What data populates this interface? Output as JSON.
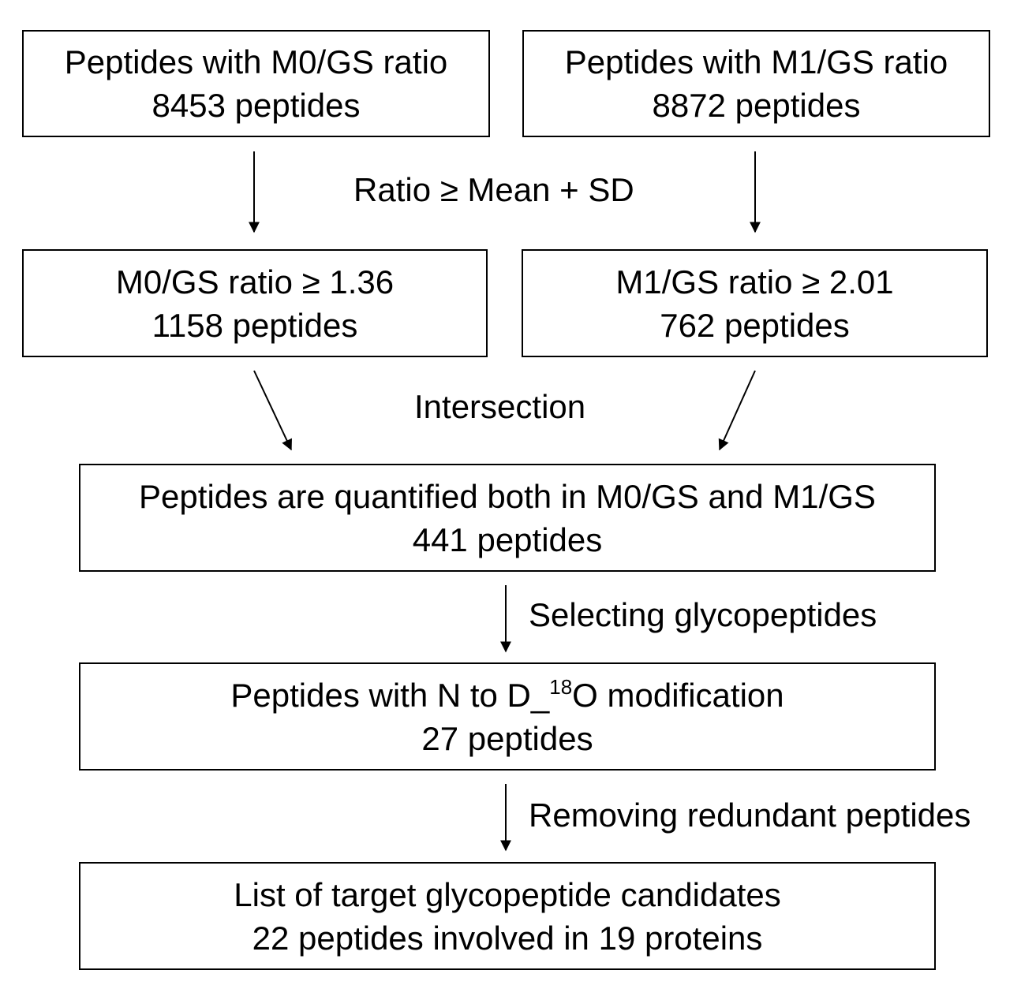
{
  "boxes": {
    "m0_all": {
      "line1": "Peptides with M0/GS ratio",
      "line2": "8453 peptides"
    },
    "m1_all": {
      "line1": "Peptides with M1/GS ratio",
      "line2": "8872 peptides"
    },
    "m0_filtered": {
      "line1": "M0/GS ratio ≥ 1.36",
      "line2": "1158 peptides"
    },
    "m1_filtered": {
      "line1": "M1/GS ratio ≥ 2.01",
      "line2": "762 peptides"
    },
    "intersection": {
      "line1": "Peptides are quantified both in M0/GS and M1/GS",
      "line2": "441 peptides"
    },
    "glyco": {
      "line1_prefix": "Peptides with N to D_",
      "line1_sup": "18",
      "line1_suffix": "O modification",
      "line2": "27 peptides"
    },
    "final": {
      "line1": "List of target glycopeptide candidates",
      "line2": "22 peptides involved in 19 proteins"
    }
  },
  "steps": {
    "ratio_filter": "Ratio ≥ Mean + SD",
    "intersection": "Intersection",
    "select_glyco": "Selecting glycopeptides",
    "remove_redundant": "Removing redundant peptides"
  }
}
